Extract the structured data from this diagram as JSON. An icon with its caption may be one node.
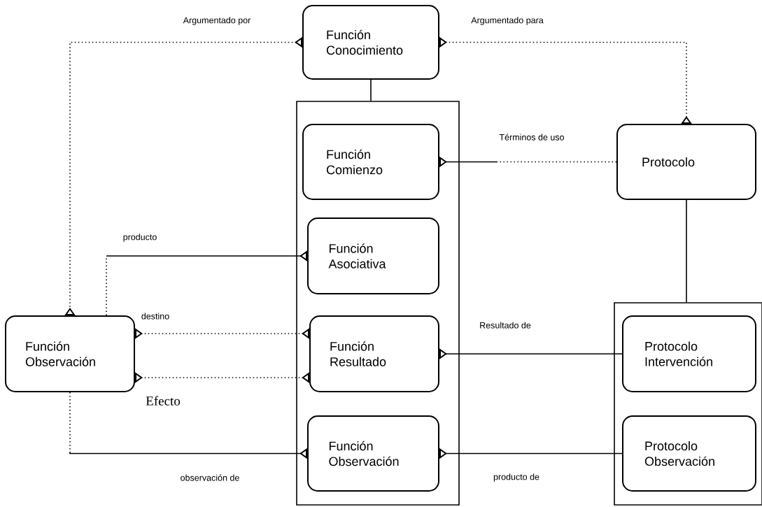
{
  "diagram": {
    "nodes": [
      {
        "text": [
          "Función Conocimiento"
        ]
      },
      {
        "text": [],
        "shape": "box"
      },
      {
        "text": [
          "Función Comienzo"
        ],
        "in": 1
      },
      {
        "text": [
          "Función Asociativa"
        ],
        "in": 1
      },
      {
        "text": [
          "Función Resultado"
        ],
        "in": 1
      },
      {
        "text": [
          "Función Observación"
        ],
        "in": 1
      },
      {
        "text": [
          "Protocolo"
        ]
      },
      {
        "text": [],
        "shape": "box"
      },
      {
        "text": [
          "Protocolo Intervención"
        ],
        "in": 7
      },
      {
        "text": [
          "Protocolo Observación"
        ],
        "in": 7
      },
      {
        "text": [
          "Función Observación"
        ]
      }
    ],
    "edges": [
      {
        "from": 0,
        "to": 10,
        "arrow": "other",
        "style": "dashed",
        "label": "Argumentado por"
      },
      {
        "from": 0,
        "to": 6,
        "arrow": "other",
        "style": "dashed",
        "label": "Argumentado para"
      },
      {
        "from": 0,
        "to": 1,
        "arrow": "none"
      },
      {
        "from": 6,
        "to": 2,
        "arrow": "other",
        "style": "dashed",
        "label": "Términos de uso"
      },
      {
        "from": 10,
        "to": 3,
        "arrow": "other",
        "style": "dashed",
        "label": "producto"
      },
      {
        "from": 10,
        "to": 4,
        "arrow": "other",
        "style": "dashed",
        "label": "destino"
      },
      {
        "from": 10,
        "to": 4,
        "arrow": "other",
        "style": "dashed",
        "label": "Efecto"
      },
      {
        "from": 8,
        "to": 4,
        "arrow": "other",
        "label": "Resultado de"
      },
      {
        "from": 10,
        "to": 5,
        "arrow": "other",
        "style": "dashed",
        "label": "observación de"
      },
      {
        "from": 9,
        "to": 5,
        "arrow": "other",
        "label": "producto de"
      },
      {
        "from": 6,
        "to": 7,
        "arrow": "none"
      }
    ]
  }
}
